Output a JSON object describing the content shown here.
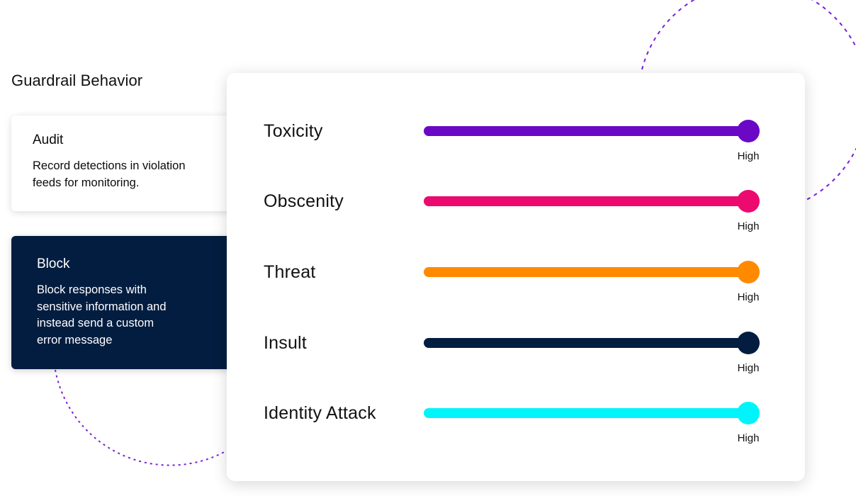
{
  "section_title": "Guardrail Behavior",
  "modes": [
    {
      "name": "Audit",
      "description": "Record detections in violation feeds for monitoring.",
      "selected": false
    },
    {
      "name": "Block",
      "description": "Block responses with sensitive information and instead send a custom error message",
      "selected": true
    }
  ],
  "sliders": [
    {
      "label": "Toxicity",
      "value_label": "High",
      "level": 1.0,
      "color": "#6b08c6"
    },
    {
      "label": "Obscenity",
      "value_label": "High",
      "level": 1.0,
      "color": "#ec0a6f"
    },
    {
      "label": "Threat",
      "value_label": "High",
      "level": 1.0,
      "color": "#ff8a00"
    },
    {
      "label": "Insult",
      "value_label": "High",
      "level": 1.0,
      "color": "#031d40"
    },
    {
      "label": "Identity Attack",
      "value_label": "High",
      "level": 1.0,
      "color": "#00f5fb"
    }
  ],
  "colors": {
    "block_card_background": "#031d40",
    "decorative_dashes": "#7a1fd6"
  }
}
